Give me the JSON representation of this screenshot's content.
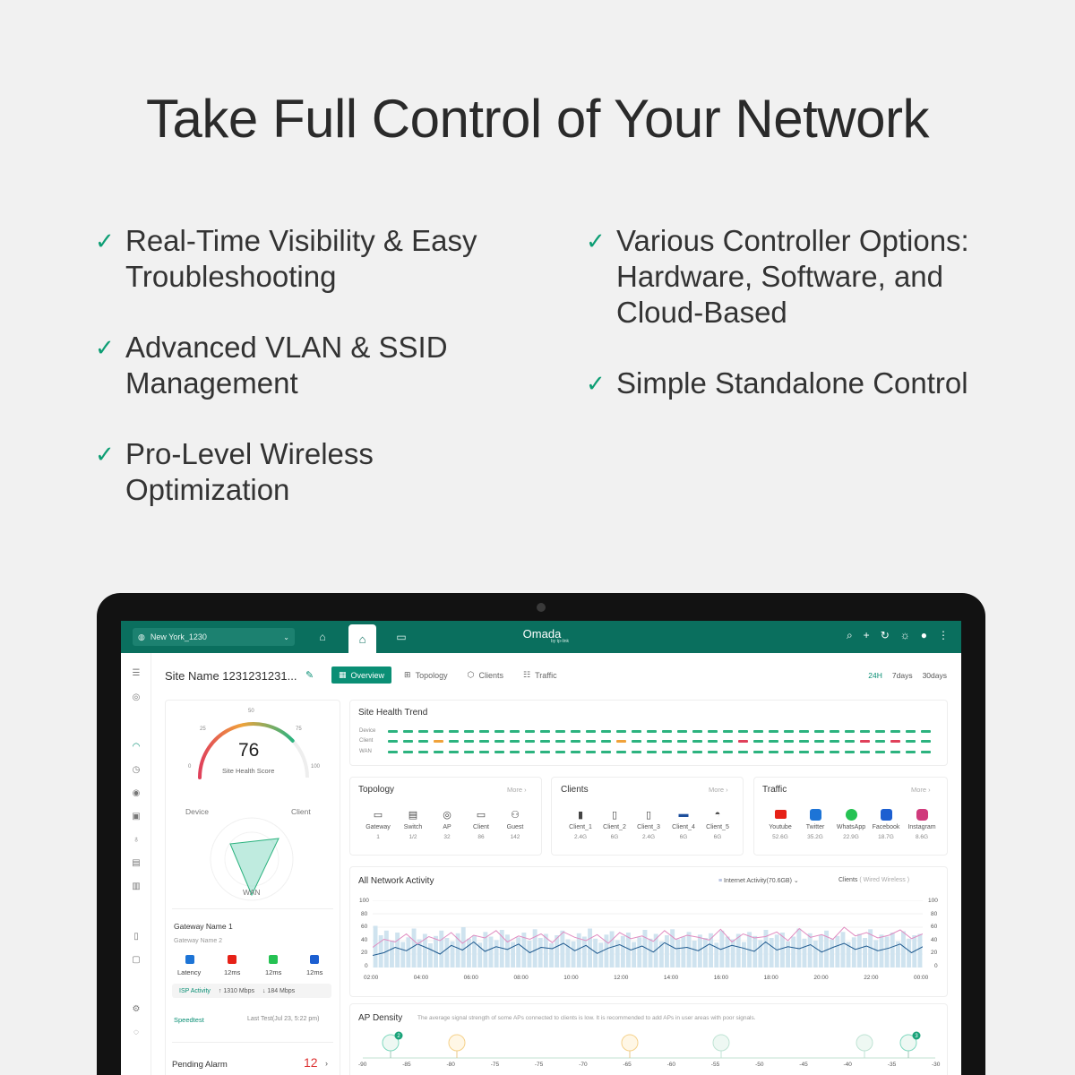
{
  "headline": "Take Full Control of Your Network",
  "features": [
    {
      "text": "Real-Time Visibility & Easy\nTroubleshooting"
    },
    {
      "text": "Advanced VLAN & SSID\nManagement"
    },
    {
      "text": "Pro-Level Wireless\nOptimization"
    },
    {
      "text": "Various Controller Options:\nHardware, Software, and\nCloud-Based"
    },
    {
      "text": "Simple Standalone Control"
    }
  ],
  "check": "✓",
  "topbar": {
    "site": "New York_1230",
    "brand": "Omada",
    "brand_sub": "by tp-link"
  },
  "site_name": "Site Name 1231231231...",
  "tabs": [
    {
      "label": "Overview",
      "icon": "grid-icon"
    },
    {
      "label": "Topology",
      "icon": "topology-icon"
    },
    {
      "label": "Clients",
      "icon": "clients-icon"
    },
    {
      "label": "Traffic",
      "icon": "traffic-icon"
    }
  ],
  "ranges": [
    "24H",
    "7days",
    "30days"
  ],
  "health": {
    "score": "76",
    "label": "Site Health Score",
    "scale": [
      "0",
      "25",
      "50",
      "75",
      "100"
    ],
    "score_value": 76,
    "radar": {
      "device": "Device",
      "client": "Client",
      "wan": "WAN"
    }
  },
  "gateway": {
    "name1": "Gateway Name 1",
    "name2": "Gateway Name 2",
    "latency_label": "Latency",
    "latencies": [
      "12ms",
      "12ms",
      "12ms"
    ]
  },
  "isp": {
    "label": "ISP Activity",
    "up": "↑ 1310 Mbps",
    "down": "↓ 184 Mbps"
  },
  "speedtest": {
    "label": "Speedtest",
    "last": "Last Test(Jul 23, 5:22 pm)"
  },
  "pending": {
    "label": "Pending Alarm",
    "count": "12",
    "chevron": "›"
  },
  "trend": {
    "title": "Site Health Trend",
    "rows": [
      "Device",
      "Client",
      "WAN"
    ],
    "device_colors": [
      "#2cb37f",
      "#2cb37f",
      "#2cb37f",
      "#2cb37f",
      "#2cb37f",
      "#2cb37f",
      "#2cb37f",
      "#2cb37f",
      "#2cb37f",
      "#2cb37f",
      "#2cb37f",
      "#2cb37f",
      "#2cb37f",
      "#2cb37f",
      "#2cb37f",
      "#2cb37f",
      "#2cb37f",
      "#2cb37f",
      "#2cb37f",
      "#2cb37f",
      "#2cb37f",
      "#2cb37f",
      "#2cb37f",
      "#2cb37f",
      "#2cb37f",
      "#2cb37f",
      "#2cb37f",
      "#2cb37f",
      "#2cb37f",
      "#2cb37f",
      "#2cb37f",
      "#2cb37f",
      "#2cb37f",
      "#2cb37f",
      "#2cb37f",
      "#2cb37f"
    ],
    "client_colors": [
      "#2cb37f",
      "#2cb37f",
      "#2cb37f",
      "#f0a23a",
      "#2cb37f",
      "#2cb37f",
      "#2cb37f",
      "#2cb37f",
      "#2cb37f",
      "#2cb37f",
      "#2cb37f",
      "#2cb37f",
      "#2cb37f",
      "#2cb37f",
      "#2cb37f",
      "#f0a23a",
      "#2cb37f",
      "#2cb37f",
      "#2cb37f",
      "#2cb37f",
      "#2cb37f",
      "#2cb37f",
      "#2cb37f",
      "#e0405a",
      "#2cb37f",
      "#2cb37f",
      "#2cb37f",
      "#2cb37f",
      "#2cb37f",
      "#2cb37f",
      "#2cb37f",
      "#e0405a",
      "#2cb37f",
      "#e0405a",
      "#2cb37f",
      "#2cb37f"
    ],
    "wan_colors": [
      "#2cb37f",
      "#2cb37f",
      "#2cb37f",
      "#2cb37f",
      "#2cb37f",
      "#2cb37f",
      "#2cb37f",
      "#2cb37f",
      "#2cb37f",
      "#2cb37f",
      "#2cb37f",
      "#2cb37f",
      "#2cb37f",
      "#2cb37f",
      "#2cb37f",
      "#2cb37f",
      "#2cb37f",
      "#2cb37f",
      "#2cb37f",
      "#2cb37f",
      "#2cb37f",
      "#2cb37f",
      "#2cb37f",
      "#2cb37f",
      "#2cb37f",
      "#2cb37f",
      "#2cb37f",
      "#2cb37f",
      "#2cb37f",
      "#2cb37f",
      "#2cb37f",
      "#2cb37f",
      "#2cb37f",
      "#2cb37f",
      "#2cb37f",
      "#2cb37f"
    ]
  },
  "topology": {
    "title": "Topology",
    "more": "More ›",
    "items": [
      {
        "name": "Gateway",
        "value": "1",
        "icon": "gateway-icon"
      },
      {
        "name": "Switch",
        "value": "1/2",
        "icon": "switch-icon"
      },
      {
        "name": "AP",
        "value": "32",
        "icon": "ap-icon"
      },
      {
        "name": "Client",
        "value": "86",
        "icon": "client-icon"
      },
      {
        "name": "Guest",
        "value": "142",
        "icon": "guest-icon"
      }
    ]
  },
  "clients": {
    "title": "Clients",
    "more": "More ›",
    "items": [
      {
        "name": "Client_1",
        "value": "2.4G",
        "icon": "phone-icon"
      },
      {
        "name": "Client_2",
        "value": "6G",
        "icon": "phone-icon"
      },
      {
        "name": "Client_3",
        "value": "2.4G",
        "icon": "phone-icon"
      },
      {
        "name": "Client_4",
        "value": "6G",
        "icon": "monitor-icon"
      },
      {
        "name": "Client_5",
        "value": "6G",
        "icon": "camera-icon"
      }
    ]
  },
  "traffic": {
    "title": "Traffic",
    "more": "More ›",
    "items": [
      {
        "name": "Youtube",
        "value": "52.6G",
        "color": "#e62117"
      },
      {
        "name": "Twitter",
        "value": "35.2G",
        "color": "#1d74d6"
      },
      {
        "name": "WhatsApp",
        "value": "22.9G",
        "color": "#25c253"
      },
      {
        "name": "Facebook",
        "value": "18.7G",
        "color": "#1c5fd1"
      },
      {
        "name": "Instagram",
        "value": "8.6G",
        "color": "#d03a7c"
      }
    ]
  },
  "activity": {
    "title": "All Network Activity",
    "legend_internet": "Internet Activity(70.6GB)",
    "legend_clients": "Clients",
    "legend_wired": "Wired",
    "legend_wireless": "Wireless",
    "paren_open": "(",
    "paren_close": ")",
    "y_ticks": [
      "100",
      "80",
      "60",
      "40",
      "20",
      "0"
    ],
    "x_ticks": [
      "02:00",
      "04:00",
      "06:00",
      "08:00",
      "10:00",
      "12:00",
      "14:00",
      "16:00",
      "18:00",
      "20:00",
      "22:00",
      "00:00"
    ]
  },
  "chart_data": {
    "type": "area",
    "title": "All Network Activity",
    "ylim": [
      0,
      100
    ],
    "x": [
      "02:00",
      "04:00",
      "06:00",
      "08:00",
      "10:00",
      "12:00",
      "14:00",
      "16:00",
      "18:00",
      "20:00",
      "22:00",
      "00:00"
    ],
    "bars": [
      62,
      48,
      55,
      40,
      52,
      38,
      45,
      58,
      42,
      50,
      36,
      47,
      55,
      44,
      39,
      51,
      60,
      43,
      48,
      37,
      53,
      46,
      41,
      56,
      49,
      38,
      45,
      52,
      40,
      57,
      44,
      50,
      36,
      48,
      55,
      42,
      39,
      51,
      46,
      58,
      43,
      37,
      49,
      54,
      41,
      47,
      52,
      38,
      45,
      56,
      43,
      50,
      39,
      48,
      57,
      42,
      46,
      53,
      40,
      49,
      44,
      51,
      37,
      55,
      46,
      42,
      50,
      38,
      53,
      47,
      41,
      56,
      44,
      49,
      52,
      39,
      46,
      58,
      43,
      51,
      40,
      48,
      55,
      42,
      47,
      53,
      38,
      45,
      50,
      44,
      57,
      41,
      49,
      46,
      52,
      39,
      54,
      43,
      48,
      50
    ],
    "series": [
      {
        "color": "#1f5a8f",
        "values": [
          18,
          22,
          30,
          25,
          35,
          28,
          20,
          33,
          26,
          38,
          24,
          31,
          27,
          35,
          22,
          30,
          28,
          36,
          25,
          33,
          21,
          29,
          34,
          26,
          32,
          23,
          37,
          28,
          30,
          25,
          35,
          27,
          33,
          29,
          24,
          38,
          26,
          31,
          28,
          34,
          23,
          30,
          36,
          27,
          32,
          25,
          29,
          35,
          22,
          31
        ]
      },
      {
        "color": "#e08bc0",
        "values": [
          30,
          42,
          38,
          50,
          35,
          46,
          40,
          52,
          36,
          48,
          44,
          55,
          38,
          47,
          42,
          50,
          37,
          53,
          45,
          40,
          49,
          36,
          52,
          43,
          47,
          39,
          55,
          42,
          48,
          45,
          41,
          57,
          38,
          50,
          44,
          46,
          53,
          40,
          58,
          45,
          49,
          42,
          60,
          47,
          52,
          44,
          48,
          56,
          43,
          50
        ]
      }
    ]
  },
  "ap_density": {
    "title": "AP Density",
    "note": "The average signal strength of some APs connected to clients is low. It is recommended to add APs in user areas with poor signals.",
    "ticks": [
      "-90",
      "-85",
      "-80",
      "-75",
      "-75",
      "-70",
      "-65",
      "-60",
      "-55",
      "-50",
      "-45",
      "-40",
      "-35",
      "-30"
    ],
    "badges": [
      "2",
      "3"
    ]
  }
}
